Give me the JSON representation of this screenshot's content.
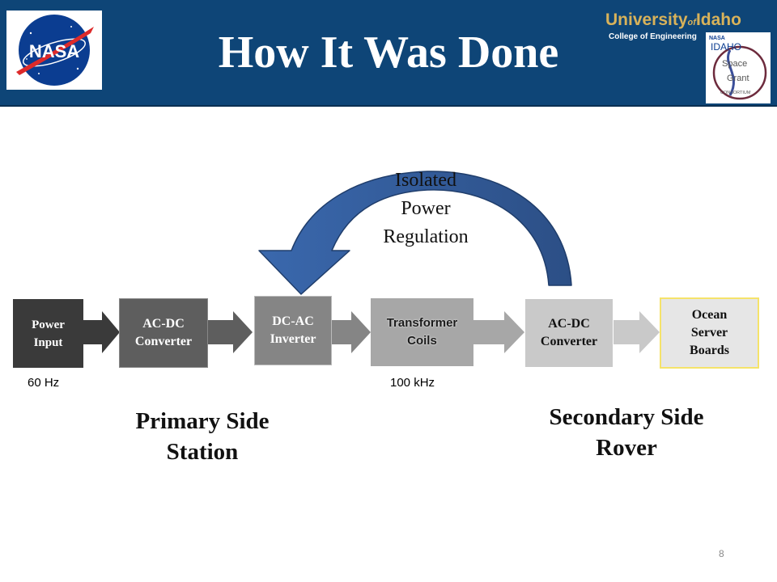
{
  "header": {
    "title": "How It Was Done",
    "nasa_logo_text": "NASA",
    "uidaho_wordmark_a": "University",
    "uidaho_wordmark_of": "of",
    "uidaho_wordmark_b": "Idaho",
    "uidaho_college": "College of Engineering",
    "isgc_text": [
      "NASA",
      "IDAHO",
      "Space",
      "Grant",
      "CONSORTIUM"
    ]
  },
  "diagram": {
    "blocks": [
      {
        "label": "Power\nInput"
      },
      {
        "label": "AC-DC\nConverter"
      },
      {
        "label": "DC-AC\nInverter"
      },
      {
        "label": "Transformer\nCoils"
      },
      {
        "label": "AC-DC\nConverter"
      },
      {
        "label": "Ocean\nServer\nBoards"
      }
    ],
    "frequencies": {
      "input": "60 Hz",
      "coils": "100 kHz"
    },
    "feedback_label": "Isolated\nPower\nRegulation",
    "primary_label": "Primary Side\nStation",
    "secondary_label": "Secondary Side\nRover"
  },
  "footer": {
    "page_number": "8"
  },
  "colors": {
    "header_bg": "#0e4577",
    "feedback_arrow": "#4a78b8"
  }
}
